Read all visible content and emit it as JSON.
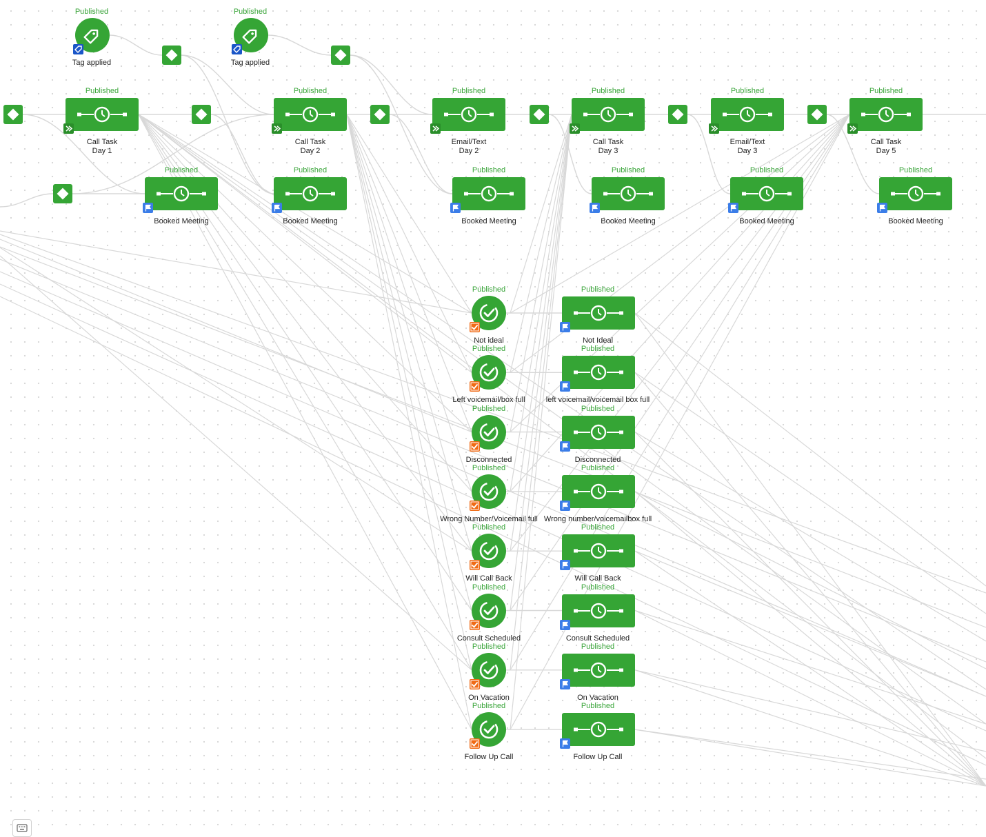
{
  "canvas": {
    "accent_green": "#35a535",
    "edge_color": "#d8d8d8"
  },
  "status_label": "Published",
  "triggers": [
    {
      "id": "tag1",
      "label": "Tag applied",
      "status": "Published",
      "icon": "tag-icon"
    },
    {
      "id": "tag2",
      "label": "Tag applied",
      "status": "Published",
      "icon": "tag-icon"
    }
  ],
  "main_steps": [
    {
      "id": "s1",
      "line1": "Call Task",
      "line2": "Day 1",
      "status": "Published"
    },
    {
      "id": "s2",
      "line1": "Call Task",
      "line2": "Day 2",
      "status": "Published"
    },
    {
      "id": "s3",
      "line1": "Email/Text",
      "line2": "Day 2",
      "status": "Published"
    },
    {
      "id": "s4",
      "line1": "Call Task",
      "line2": "Day 3",
      "status": "Published"
    },
    {
      "id": "s5",
      "line1": "Email/Text",
      "line2": "Day 3",
      "status": "Published"
    },
    {
      "id": "s6",
      "line1": "Call Task",
      "line2": "Day 5",
      "status": "Published"
    }
  ],
  "booked_meetings": [
    {
      "id": "b1",
      "label": "Booked Meeting",
      "status": "Published"
    },
    {
      "id": "b2",
      "label": "Booked Meeting",
      "status": "Published"
    },
    {
      "id": "b3",
      "label": "Booked Meeting",
      "status": "Published"
    },
    {
      "id": "b4",
      "label": "Booked Meeting",
      "status": "Published"
    },
    {
      "id": "b5",
      "label": "Booked Meeting",
      "status": "Published"
    },
    {
      "id": "b6",
      "label": "Booked Meeting",
      "status": "Published"
    }
  ],
  "outcomes": [
    {
      "id": "o1",
      "label": "Not ideal",
      "status": "Published"
    },
    {
      "id": "o2",
      "label": "Left voicemail/box full",
      "status": "Published"
    },
    {
      "id": "o3",
      "label": "Disconnected",
      "status": "Published"
    },
    {
      "id": "o4",
      "label": "Wrong Number/Voicemail full",
      "status": "Published"
    },
    {
      "id": "o5",
      "label": "Will Call Back",
      "status": "Published"
    },
    {
      "id": "o6",
      "label": "Consult Scheduled",
      "status": "Published"
    },
    {
      "id": "o7",
      "label": "On Vacation",
      "status": "Published"
    },
    {
      "id": "o8",
      "label": "Follow Up Call",
      "status": "Published"
    }
  ],
  "outcome_timers": [
    {
      "id": "t1",
      "label": "Not Ideal",
      "status": "Published"
    },
    {
      "id": "t2",
      "label": "left voicemail/voicemail box full",
      "status": "Published"
    },
    {
      "id": "t3",
      "label": "Disconnected",
      "status": "Published"
    },
    {
      "id": "t4",
      "label": "Wrong number/voicemailbox full",
      "status": "Published"
    },
    {
      "id": "t5",
      "label": "Will Call Back",
      "status": "Published"
    },
    {
      "id": "t6",
      "label": "Consult Scheduled",
      "status": "Published"
    },
    {
      "id": "t7",
      "label": "On Vacation",
      "status": "Published"
    },
    {
      "id": "t8",
      "label": "Follow Up Call",
      "status": "Published"
    }
  ],
  "controls": {
    "keyboard_icon": "keyboard-icon"
  }
}
